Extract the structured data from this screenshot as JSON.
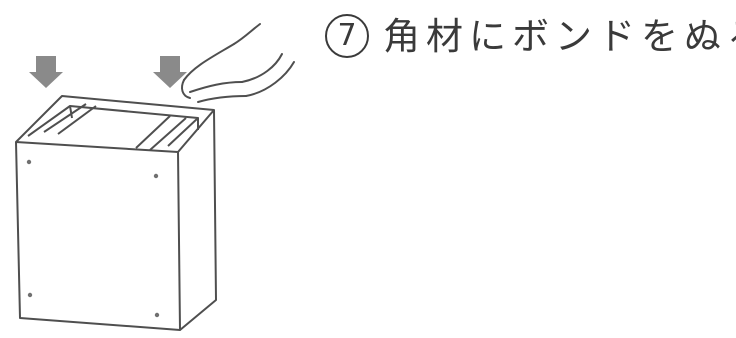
{
  "step": {
    "number": "7",
    "text": "角材にボンドをぬる"
  },
  "illustration": {
    "subject": "box-with-hand-and-arrows",
    "arrow_count": 2,
    "line_color": "#555555",
    "arrow_color": "#8a8a8a"
  }
}
